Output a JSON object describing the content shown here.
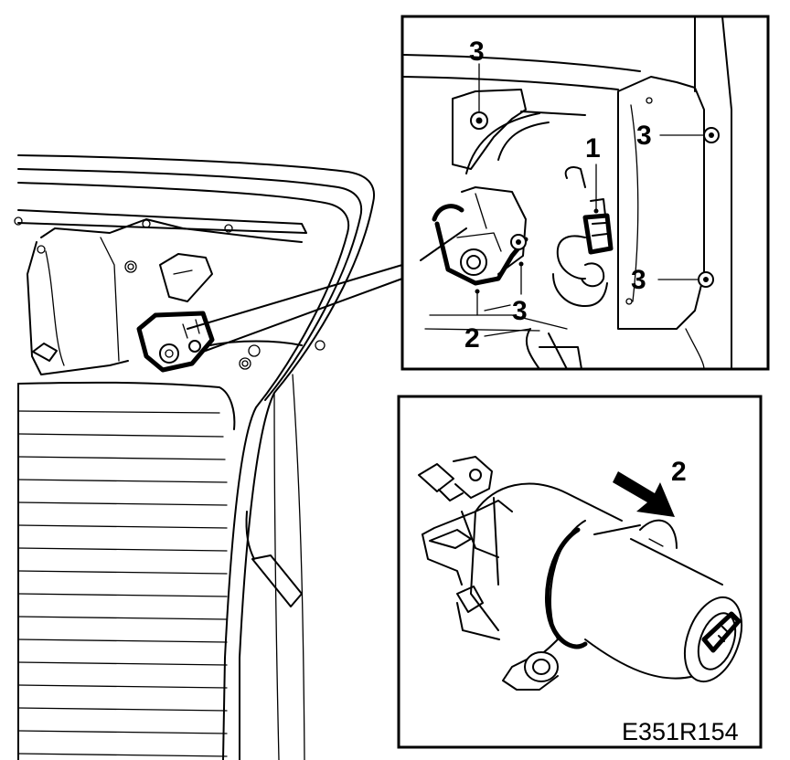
{
  "callouts": {
    "top_inset": {
      "n3_top": "3",
      "n1": "1",
      "n3_right_upper": "3",
      "n3_right_lower": "3",
      "n3_bottom": "3",
      "n2_bottom": "2"
    },
    "bottom_inset": {
      "n2_arrow": "2"
    }
  },
  "figure_id": "E351R154",
  "colors": {
    "ink": "#000000",
    "paper": "#ffffff"
  }
}
